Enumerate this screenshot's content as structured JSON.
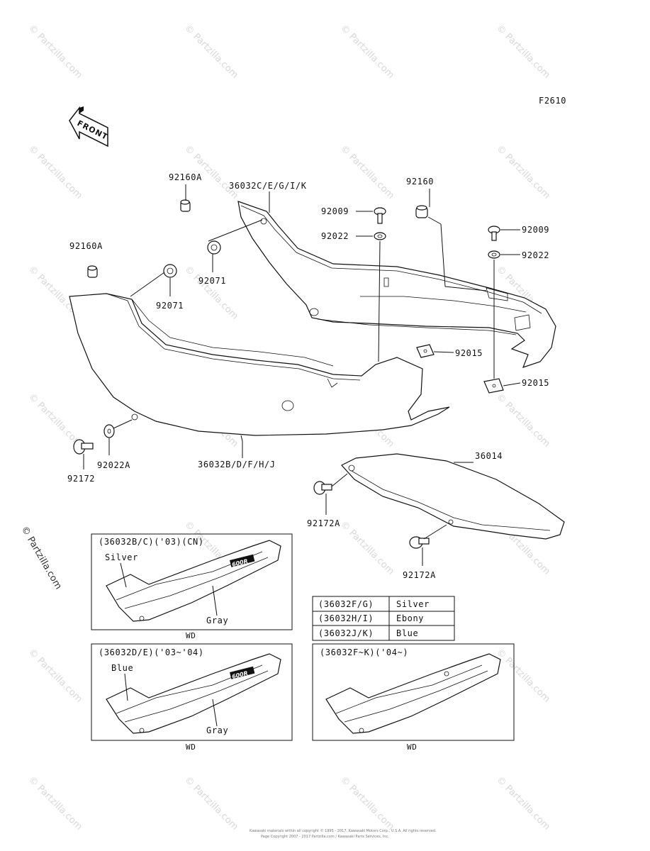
{
  "figure_code": "F2610",
  "front_arrow_label": "FRONT",
  "watermark_text": "© Partzilla.com",
  "side_watermark": "© Partzilla.com",
  "parts": {
    "p92160A_top": "92160A",
    "p36032CEGIK": "36032C/E/G/I/K",
    "p92160": "92160",
    "p92009_mid": "92009",
    "p92022_mid": "92022",
    "p92009_right": "92009",
    "p92022_right": "92022",
    "p92160A_left": "92160A",
    "p92071_mid": "92071",
    "p92071_left": "92071",
    "p92015_mid": "92015",
    "p92015_right": "92015",
    "p92172": "92172",
    "p92022A": "92022A",
    "p36032BDFHJ": "36032B/D/F/H/J",
    "p36014": "36014",
    "p92172A_left": "92172A",
    "p92172A_right": "92172A"
  },
  "insets": {
    "a": {
      "title": "(36032B/C)('03)(CN)",
      "color_top": "Silver",
      "color_bottom": "Gray",
      "caption": "WD"
    },
    "b": {
      "title": "(36032D/E)('03~'04)",
      "color_top": "Blue",
      "color_bottom": "Gray",
      "caption": "WD"
    },
    "c": {
      "title": "(36032F~K)('04~)",
      "caption": "WD"
    }
  },
  "color_table": [
    {
      "part": "(36032F/G)",
      "color": "Silver"
    },
    {
      "part": "(36032H/I)",
      "color": "Ebony"
    },
    {
      "part": "(36032J/K)",
      "color": "Blue"
    }
  ],
  "decal_text": "600R",
  "footer": {
    "line1": "Kawasaki materials within all copyright © 1995 - 2017, Kawasaki Motors Corp., U.S.A. All rights reserved.",
    "line2": "Page Copyright 2007 - 2017 Partzilla.com / Kawasaki Parts Services, Inc."
  }
}
